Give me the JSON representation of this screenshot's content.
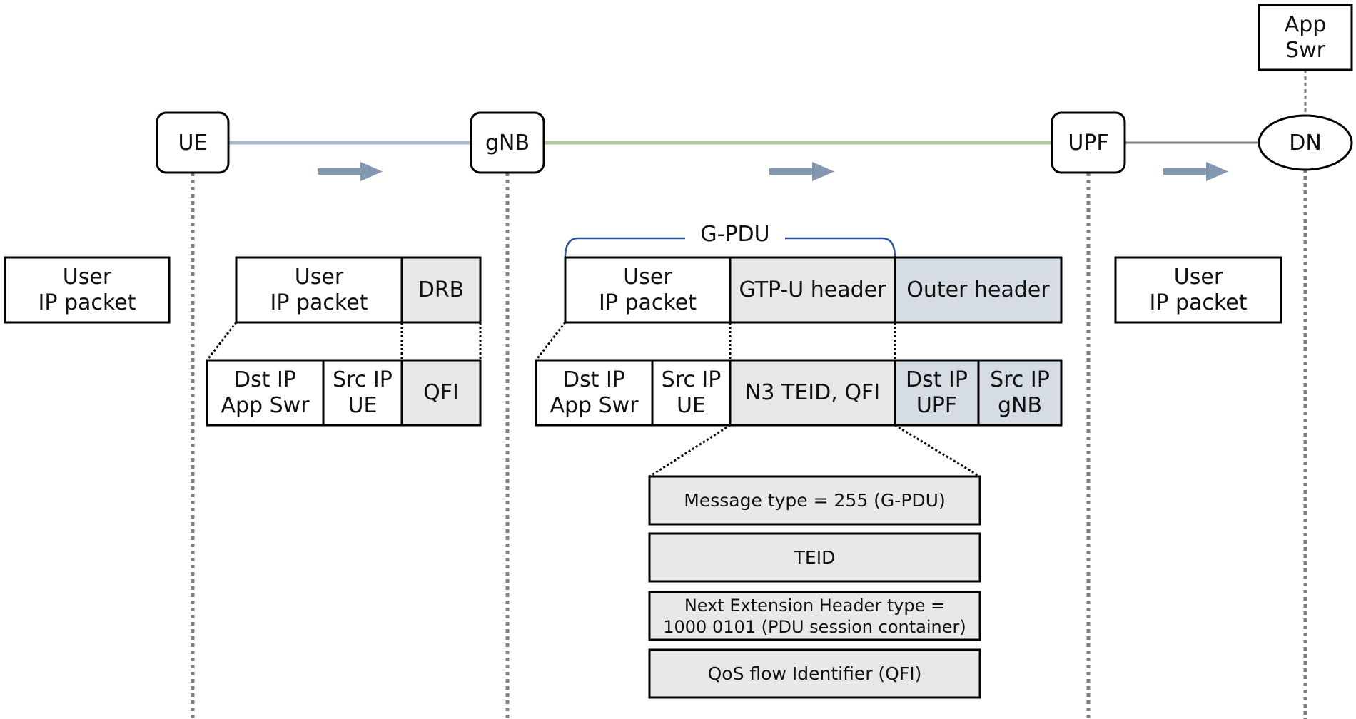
{
  "nodes": {
    "ue": "UE",
    "gnb": "gNB",
    "upf": "UPF",
    "dn": "DN",
    "app_swr": [
      "App",
      "Swr"
    ]
  },
  "gpdu_label": "G-PDU",
  "stage1": {
    "user_ip_packet": [
      "User",
      "IP packet"
    ]
  },
  "stage2": {
    "user_ip_packet": [
      "User",
      "IP packet"
    ],
    "drb": "DRB",
    "dst_ip": [
      "Dst IP",
      "App Swr"
    ],
    "src_ip": [
      "Src IP",
      "UE"
    ],
    "qfi": "QFI"
  },
  "stage3": {
    "user_ip_packet": [
      "User",
      "IP packet"
    ],
    "gtpu_header": "GTP-U header",
    "outer_header": "Outer header",
    "dst_ip": [
      "Dst IP",
      "App Swr"
    ],
    "src_ip": [
      "Src IP",
      "UE"
    ],
    "n3_teid_qfi": "N3 TEID, QFI",
    "dst_ip_upf": [
      "Dst IP",
      "UPF"
    ],
    "src_ip_gnb": [
      "Src IP",
      "gNB"
    ]
  },
  "gtpu_fields": {
    "message_type": "Message type = 255 (G-PDU)",
    "teid": "TEID",
    "next_ext": [
      "Next Extension Header type =",
      "1000 0101 (PDU session container)"
    ],
    "qfi": "QoS flow Identifier (QFI)"
  },
  "stage4": {
    "user_ip_packet": [
      "User",
      "IP packet"
    ]
  },
  "colors": {
    "gray_fill": "#e8e8e8",
    "blue_fill": "#d6dce4",
    "arrow": "#8497b0",
    "brace": "#2f5597"
  }
}
